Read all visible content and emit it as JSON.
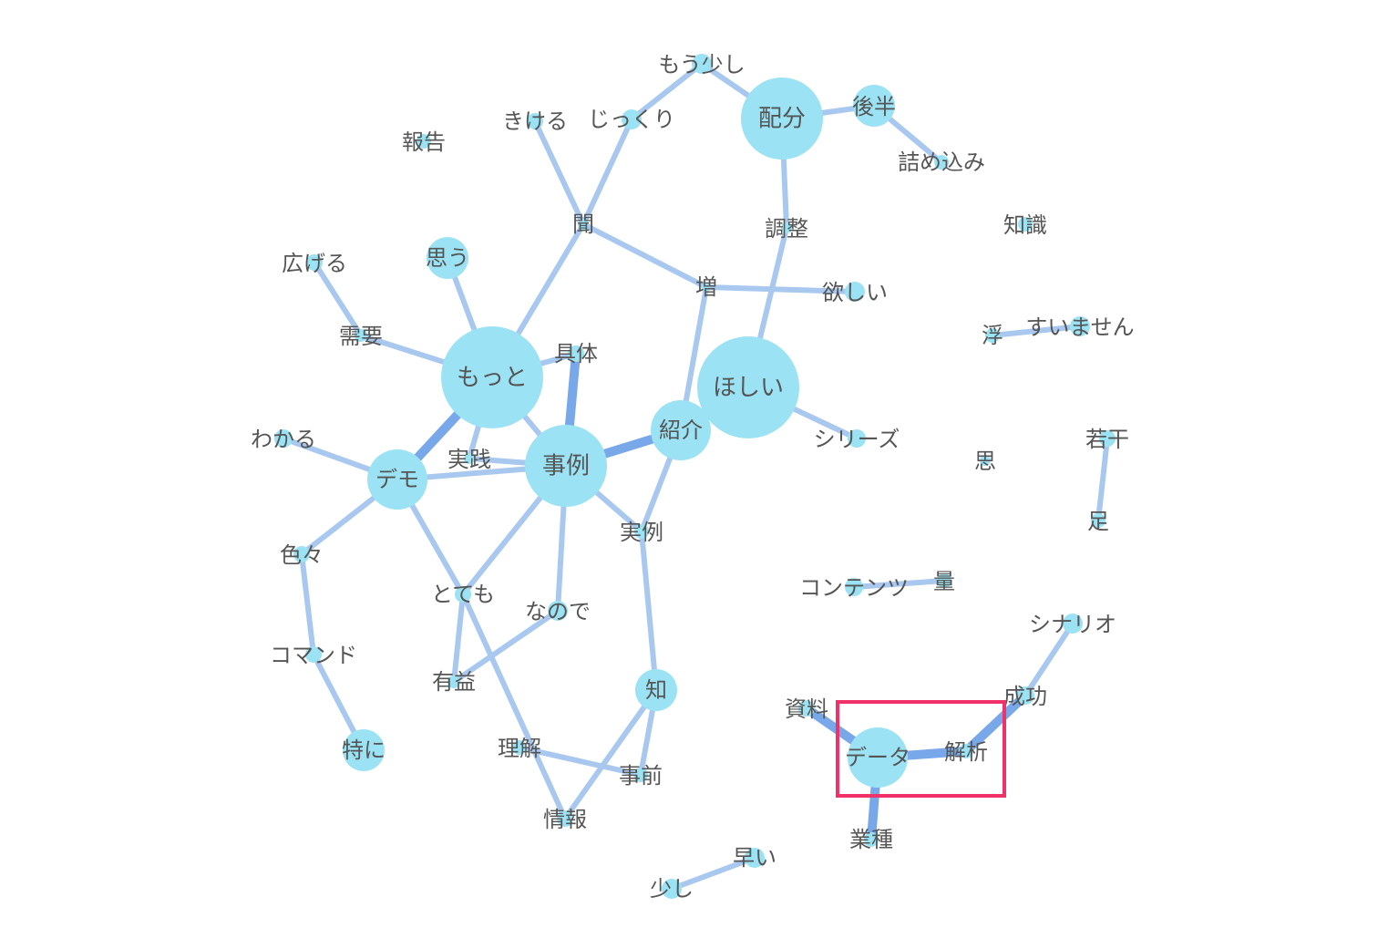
{
  "colors": {
    "node": "#9be3f4",
    "edge": "#a9c8ef",
    "edge_strong": "#78a8ea",
    "label": "#555555",
    "highlight": "#f0316a"
  },
  "nodes": [
    {
      "id": "mou_sukoshi",
      "label": "もう少し"
    },
    {
      "id": "kikeru",
      "label": "きける"
    },
    {
      "id": "jikkuri",
      "label": "じっくり"
    },
    {
      "id": "haibun",
      "label": "配分"
    },
    {
      "id": "kouhan",
      "label": "後半"
    },
    {
      "id": "tsumekomi",
      "label": "詰め込み"
    },
    {
      "id": "houkoku",
      "label": "報告"
    },
    {
      "id": "kiku",
      "label": "聞"
    },
    {
      "id": "chousei",
      "label": "調整"
    },
    {
      "id": "chishiki",
      "label": "知識"
    },
    {
      "id": "hirogeru",
      "label": "広げる"
    },
    {
      "id": "omou",
      "label": "思う"
    },
    {
      "id": "zou",
      "label": "増"
    },
    {
      "id": "hoshii2",
      "label": "欲しい"
    },
    {
      "id": "fu",
      "label": "浮"
    },
    {
      "id": "sumimasen",
      "label": "すいません"
    },
    {
      "id": "juyou",
      "label": "需要"
    },
    {
      "id": "motto",
      "label": "もっと"
    },
    {
      "id": "gutai",
      "label": "具体"
    },
    {
      "id": "hoshii",
      "label": "ほしい"
    },
    {
      "id": "shoukai",
      "label": "紹介"
    },
    {
      "id": "series",
      "label": "シリーズ"
    },
    {
      "id": "jakkan",
      "label": "若干"
    },
    {
      "id": "wakaru",
      "label": "わかる"
    },
    {
      "id": "jissen",
      "label": "実践"
    },
    {
      "id": "jirei",
      "label": "事例"
    },
    {
      "id": "demo",
      "label": "デモ"
    },
    {
      "id": "shi",
      "label": "思"
    },
    {
      "id": "jitsurei",
      "label": "実例"
    },
    {
      "id": "soku",
      "label": "足"
    },
    {
      "id": "iroiro",
      "label": "色々"
    },
    {
      "id": "contents",
      "label": "コンテンツ"
    },
    {
      "id": "ryou",
      "label": "量"
    },
    {
      "id": "totemo",
      "label": "とても"
    },
    {
      "id": "nanode",
      "label": "なので"
    },
    {
      "id": "scenario",
      "label": "シナリオ"
    },
    {
      "id": "command",
      "label": "コマンド"
    },
    {
      "id": "yueki",
      "label": "有益"
    },
    {
      "id": "chi",
      "label": "知"
    },
    {
      "id": "shiryou",
      "label": "資料"
    },
    {
      "id": "seikou",
      "label": "成功"
    },
    {
      "id": "tokuni",
      "label": "特に"
    },
    {
      "id": "rikai",
      "label": "理解"
    },
    {
      "id": "data",
      "label": "データ"
    },
    {
      "id": "kaiseki",
      "label": "解析"
    },
    {
      "id": "jizen",
      "label": "事前"
    },
    {
      "id": "jouhou",
      "label": "情報"
    },
    {
      "id": "gyoushu",
      "label": "業種"
    },
    {
      "id": "hayai",
      "label": "早い"
    },
    {
      "id": "sukoshi",
      "label": "少し"
    }
  ],
  "edges": [
    {
      "source": "mou_sukoshi",
      "target": "jikkuri"
    },
    {
      "source": "mou_sukoshi",
      "target": "haibun"
    },
    {
      "source": "haibun",
      "target": "kouhan"
    },
    {
      "source": "kouhan",
      "target": "tsumekomi"
    },
    {
      "source": "haibun",
      "target": "chousei"
    },
    {
      "source": "chousei",
      "target": "hoshii"
    },
    {
      "source": "kikeru",
      "target": "kiku"
    },
    {
      "source": "jikkuri",
      "target": "kiku"
    },
    {
      "source": "kiku",
      "target": "motto"
    },
    {
      "source": "kiku",
      "target": "zou"
    },
    {
      "source": "zou",
      "target": "hoshii2"
    },
    {
      "source": "zou",
      "target": "shoukai"
    },
    {
      "source": "hirogeru",
      "target": "juyou"
    },
    {
      "source": "juyou",
      "target": "motto"
    },
    {
      "source": "omou",
      "target": "motto"
    },
    {
      "source": "motto",
      "target": "gutai"
    },
    {
      "source": "motto",
      "target": "demo",
      "strength": "strong"
    },
    {
      "source": "motto",
      "target": "jirei"
    },
    {
      "source": "motto",
      "target": "jissen"
    },
    {
      "source": "gutai",
      "target": "jirei",
      "strength": "strong"
    },
    {
      "source": "jirei",
      "target": "shoukai",
      "strength": "strong"
    },
    {
      "source": "shoukai",
      "target": "hoshii"
    },
    {
      "source": "hoshii",
      "target": "series"
    },
    {
      "source": "shoukai",
      "target": "jitsurei"
    },
    {
      "source": "wakaru",
      "target": "demo"
    },
    {
      "source": "demo",
      "target": "jirei"
    },
    {
      "source": "jissen",
      "target": "jirei"
    },
    {
      "source": "demo",
      "target": "iroiro"
    },
    {
      "source": "demo",
      "target": "totemo"
    },
    {
      "source": "jirei",
      "target": "totemo"
    },
    {
      "source": "jirei",
      "target": "nanode"
    },
    {
      "source": "jirei",
      "target": "jitsurei"
    },
    {
      "source": "jitsurei",
      "target": "chi"
    },
    {
      "source": "iroiro",
      "target": "command"
    },
    {
      "source": "command",
      "target": "tokuni"
    },
    {
      "source": "totemo",
      "target": "yueki"
    },
    {
      "source": "nanode",
      "target": "yueki"
    },
    {
      "source": "totemo",
      "target": "jouhou"
    },
    {
      "source": "rikai",
      "target": "jizen"
    },
    {
      "source": "chi",
      "target": "jizen"
    },
    {
      "source": "chi",
      "target": "jouhou"
    },
    {
      "source": "fu",
      "target": "sumimasen"
    },
    {
      "source": "jakkan",
      "target": "soku"
    },
    {
      "source": "contents",
      "target": "ryou"
    },
    {
      "source": "scenario",
      "target": "seikou"
    },
    {
      "source": "seikou",
      "target": "kaiseki",
      "strength": "strong"
    },
    {
      "source": "data",
      "target": "kaiseki",
      "strength": "strong"
    },
    {
      "source": "shiryou",
      "target": "data",
      "strength": "strong"
    },
    {
      "source": "data",
      "target": "gyoushu",
      "strength": "strong"
    },
    {
      "source": "hayai",
      "target": "sukoshi"
    }
  ]
}
